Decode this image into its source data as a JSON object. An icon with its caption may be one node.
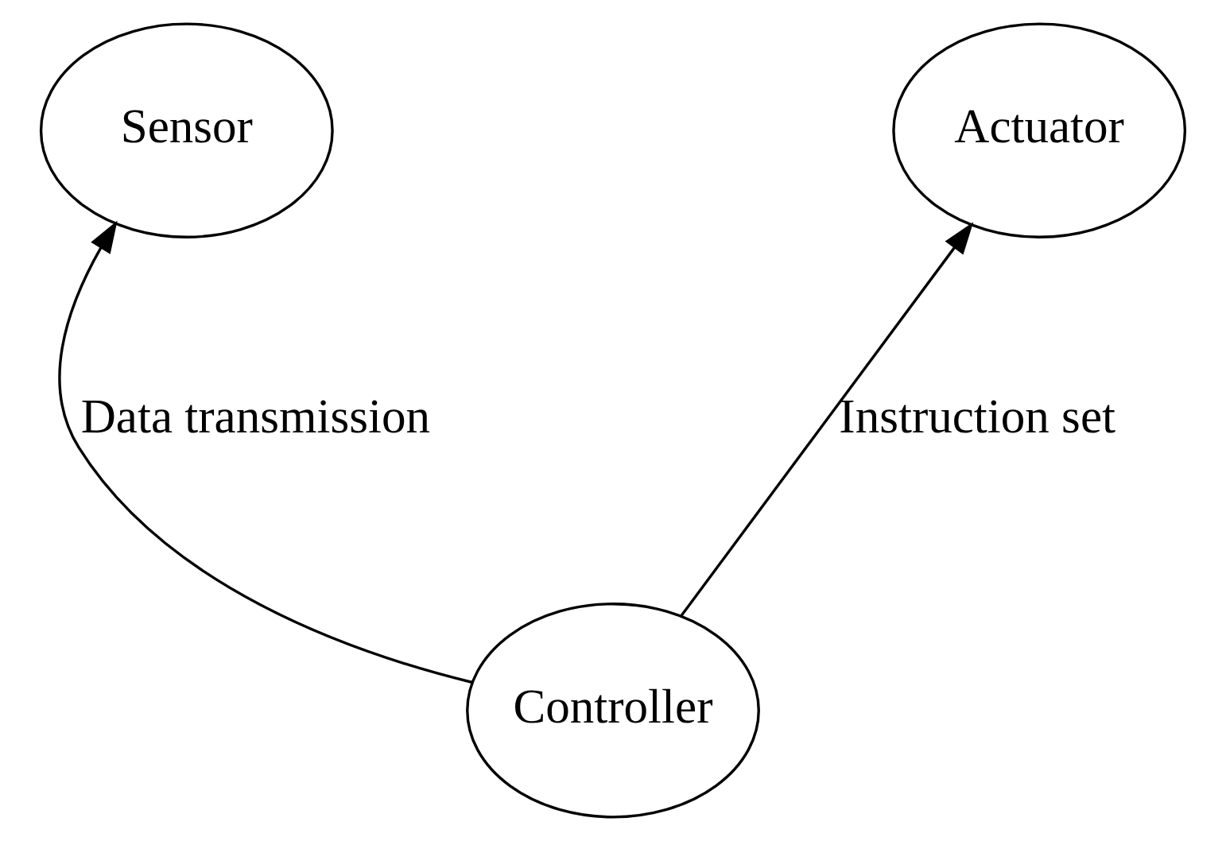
{
  "diagram": {
    "nodes": [
      {
        "text": [
          "Sensor"
        ]
      },
      {
        "text": [
          "Actuator"
        ]
      },
      {
        "text": [
          "Controller"
        ]
      }
    ],
    "edges": [
      {
        "from": 2,
        "to": 0,
        "arrow": "to",
        "label": "Data transmission"
      },
      {
        "from": 2,
        "to": 1,
        "arrow": "to",
        "label": "Instruction set"
      }
    ]
  }
}
